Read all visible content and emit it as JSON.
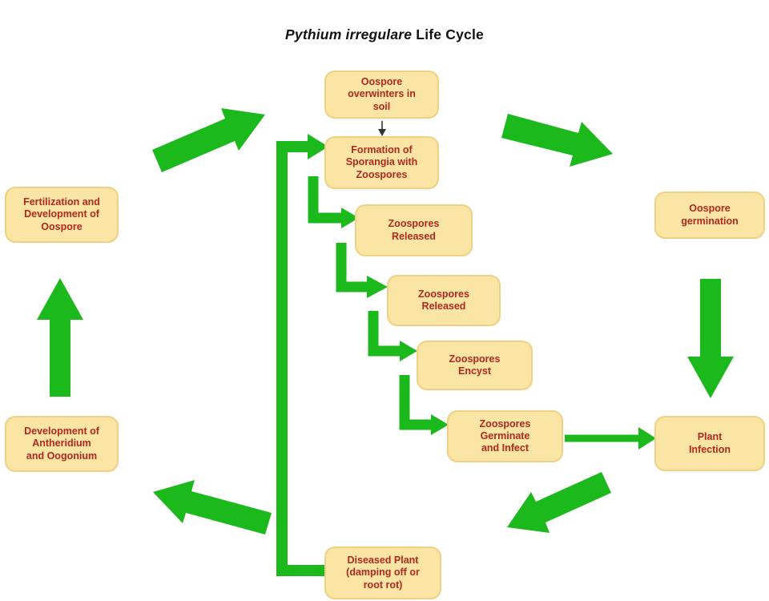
{
  "title": {
    "species": "Pythium irregulare",
    "rest": " Life Cycle"
  },
  "nodes": {
    "oospore_overwinters": "Oospore\noverwinters in\nsoil",
    "formation_sporangia": "Formation of\nSporangia with\nZoospores",
    "fertilization": "Fertilization and\nDevelopment of\nOospore",
    "oospore_germination": "Oospore germination",
    "zoospores_released_1": "Zoospores\nReleased",
    "zoospores_released_2": "Zoospores\nReleased",
    "zoospores_encyst": "Zoospores\nEncyst",
    "zoospores_germinate": "Zoospores\nGerminate\nand Infect",
    "plant_infection": "Plant\nInfection",
    "development_antheridium": "Development of\nAntheridium\nand Oogonium",
    "diseased_plant": "Diseased Plant\n(damping off or\nroot rot)"
  },
  "edges": [
    {
      "from": "oospore_overwinters",
      "to": "formation_sporangia",
      "style": "thin-black"
    },
    {
      "from": "diseased_plant",
      "to": "formation_sporangia",
      "style": "green-elbow"
    },
    {
      "from": "formation_sporangia",
      "to": "zoospores_released_1",
      "style": "green-elbow"
    },
    {
      "from": "zoospores_released_1",
      "to": "zoospores_released_2",
      "style": "green-elbow"
    },
    {
      "from": "zoospores_released_2",
      "to": "zoospores_encyst",
      "style": "green-elbow"
    },
    {
      "from": "zoospores_encyst",
      "to": "zoospores_germinate",
      "style": "green-elbow"
    },
    {
      "from": "zoospores_germinate",
      "to": "plant_infection",
      "style": "green-straight"
    },
    {
      "from": "fertilization",
      "to": "oospore_overwinters",
      "style": "green-block-diagonal"
    },
    {
      "from": "formation_sporangia",
      "to": "oospore_germination",
      "style": "green-block-diagonal"
    },
    {
      "from": "oospore_germination",
      "to": "plant_infection",
      "style": "green-block-down"
    },
    {
      "from": "development_antheridium",
      "to": "fertilization",
      "style": "green-block-up"
    },
    {
      "from": "diseased_plant",
      "to": "development_antheridium",
      "style": "green-block-diagonal"
    },
    {
      "from": "plant_infection",
      "to": "diseased_plant",
      "style": "green-block-diagonal"
    }
  ],
  "colors": {
    "node_fill": "#FBE5A4",
    "node_border": "#F0D184",
    "node_text": "#B22820",
    "arrow_color": "#1CB91C",
    "connector_black": "#333333"
  }
}
